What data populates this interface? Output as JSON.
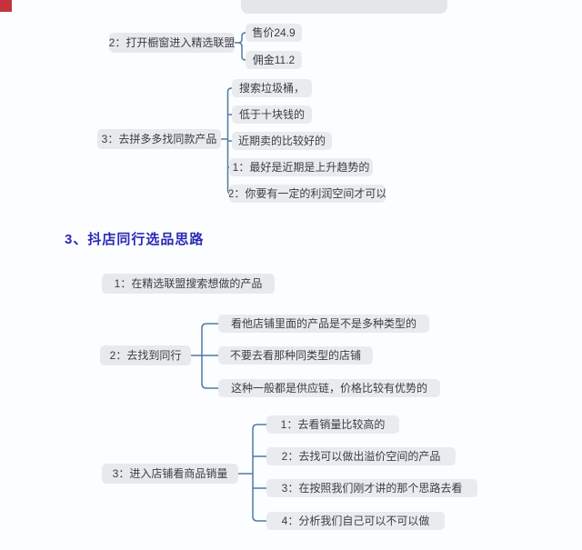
{
  "map": {
    "top_partial_node": {
      "label": ""
    },
    "showcase_branch": {
      "label": "2：打开橱窗进入精选联盟",
      "children": [
        {
          "label": "售价24.9"
        },
        {
          "label": "佣金11.2"
        }
      ]
    },
    "pinduoduo_branch": {
      "label": "3：去拼多多找同款产品",
      "children": [
        {
          "label": "搜索垃圾桶，"
        },
        {
          "label": "低于十块钱的"
        },
        {
          "label": "近期卖的比较好的"
        },
        {
          "label": "1：最好是近期是上升趋势的"
        },
        {
          "label": "2：你要有一定的利润空间才可以"
        }
      ]
    },
    "section3": {
      "heading": "3、抖店同行选品思路",
      "step1": {
        "label": "1：在精选联盟搜索想做的产品"
      },
      "step2": {
        "label": "2：去找到同行",
        "children": [
          {
            "label": "看他店铺里面的产品是不是多种类型的"
          },
          {
            "label": "不要去看那种同类型的店铺"
          },
          {
            "label": "这种一般都是供应链，价格比较有优势的"
          }
        ]
      },
      "step3": {
        "label": "3：进入店铺看商品销量",
        "children": [
          {
            "label": "1：去看销量比较高的"
          },
          {
            "label": "2：去找可以做出溢价空间的产品"
          },
          {
            "label": "3：在按照我们刚才讲的那个思路去看"
          },
          {
            "label": "4：分析我们自己可以不可以做"
          }
        ]
      }
    },
    "colors": {
      "node_fill": "#eaebef",
      "node_text": "#3a3d43",
      "connector": "#4e7ba6",
      "heading": "#2a2ab5",
      "red_marker": "#c5323e",
      "background": "#fcfdfe"
    }
  }
}
